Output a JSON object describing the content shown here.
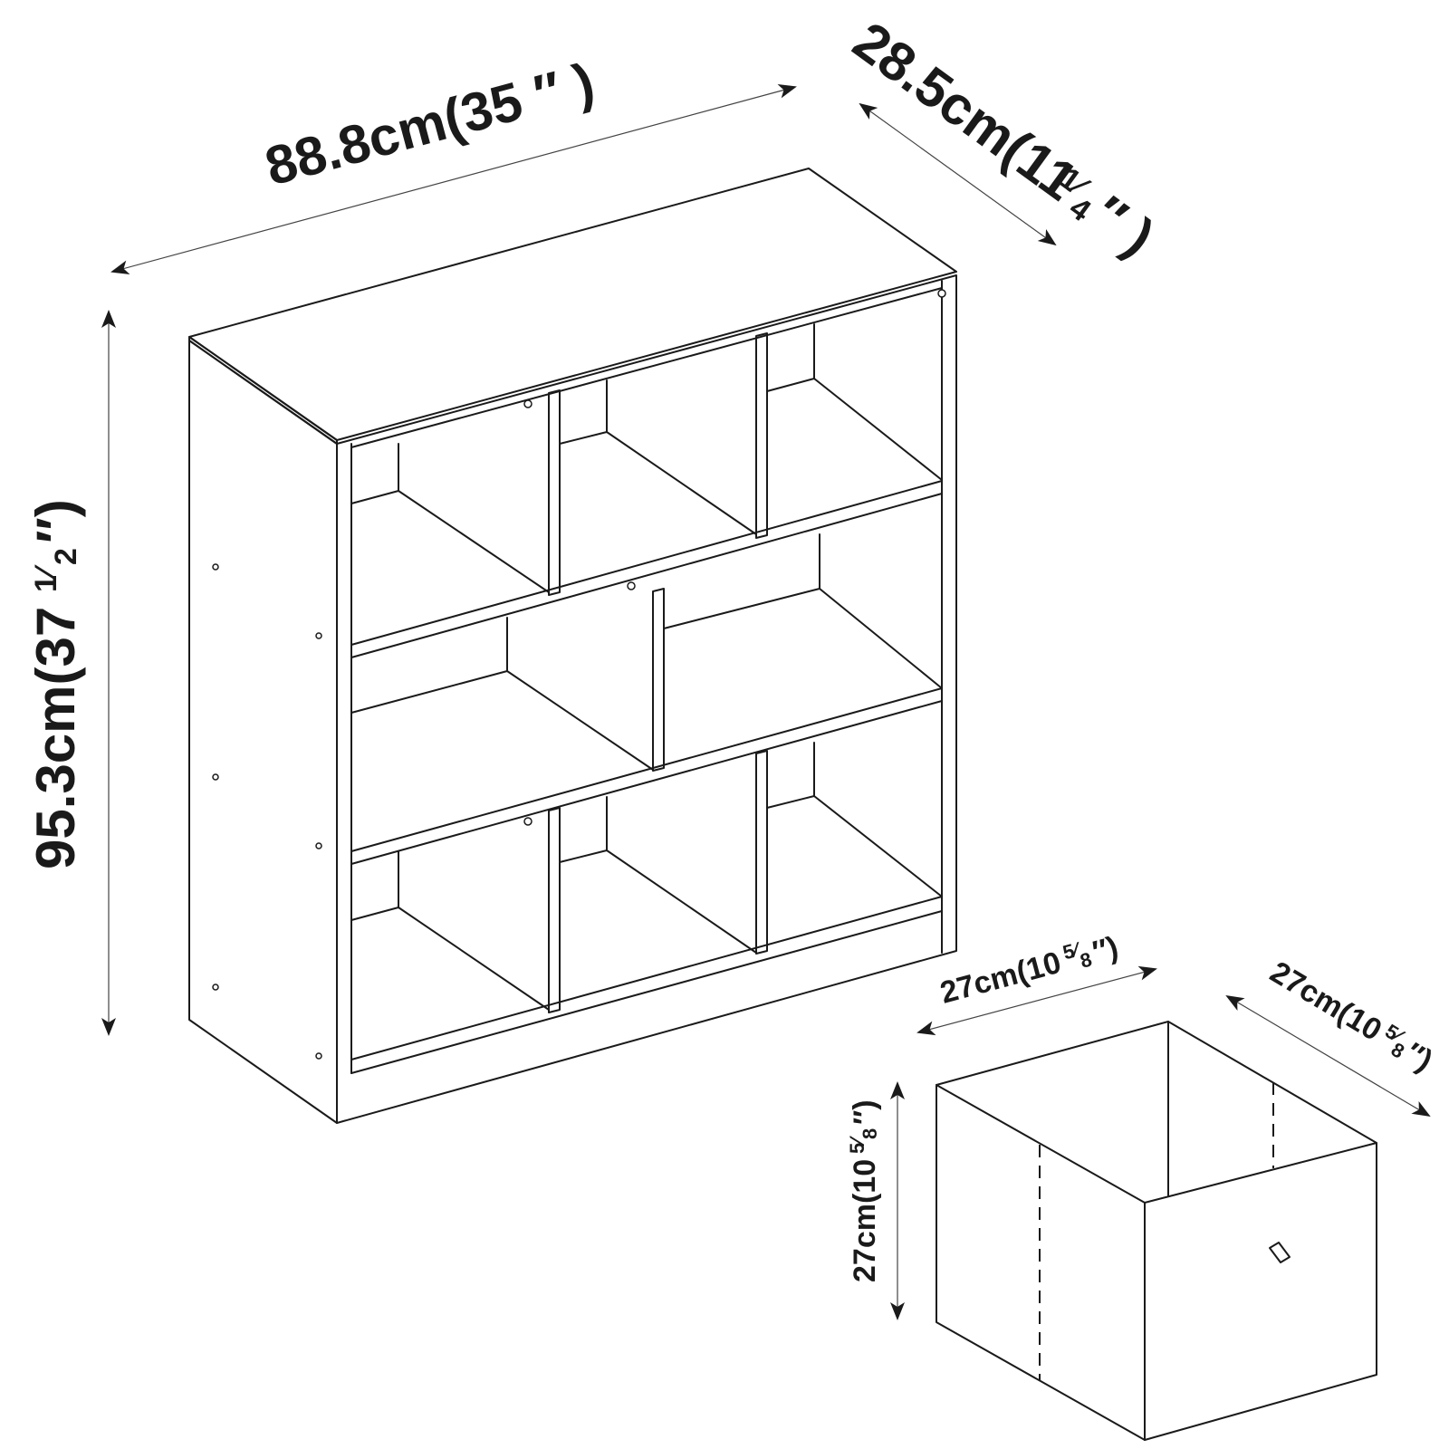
{
  "shelf": {
    "width_label": "88.8cm(35 ″ )",
    "depth_label": "28.5cm(11",
    "depth_frac": "1⁄",
    "depth_frac_den": "4",
    "depth_tail": "″ )",
    "height_label": "95.3cm(37",
    "height_frac": "1⁄",
    "height_frac_den": "2",
    "height_tail": "″)"
  },
  "bin": {
    "width_label": "27cm(10",
    "width_frac": "5⁄",
    "width_frac_den": "8",
    "width_tail": "″)",
    "depth_label": "27cm(10",
    "depth_frac": "5⁄",
    "depth_frac_den": "8",
    "depth_tail": "″)",
    "height_label": "27cm(10",
    "height_frac": "5⁄",
    "height_frac_den": "8",
    "height_tail": "″)"
  }
}
